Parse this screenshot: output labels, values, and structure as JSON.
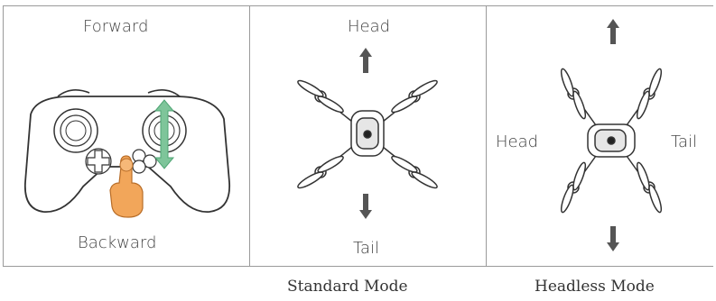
{
  "controller_panel": {
    "top_label": "Forward",
    "bottom_label": "Backward"
  },
  "standard_panel": {
    "head_label": "Head",
    "tail_label": "Tail",
    "caption": "Standard Mode"
  },
  "headless_panel": {
    "head_label": "Head",
    "tail_label": "Tail",
    "caption": "Headless Mode"
  },
  "colors": {
    "stick_arrow": "#7ec59a",
    "finger": "#f2a65a",
    "direction_arrow": "#555555",
    "border": "#9a9a9a"
  }
}
